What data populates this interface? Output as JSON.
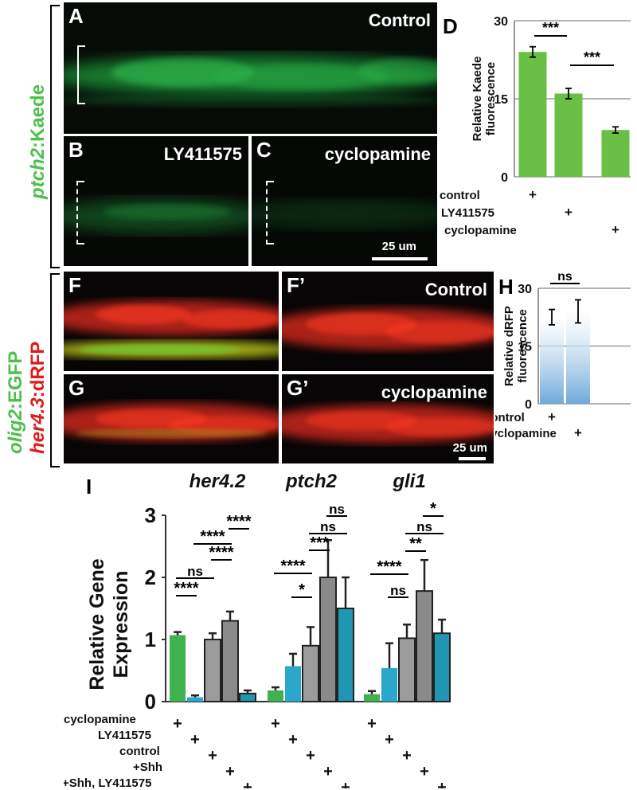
{
  "labels": {
    "ptch2_prefix": "ptch2",
    "ptch2_suffix": ":Kaede",
    "olig2_prefix": "olig2",
    "olig2_suffix": ":EGFP",
    "her43_prefix": "her4.3",
    "her43_suffix": ":dRFP"
  },
  "panels": {
    "A": {
      "letter": "A",
      "condition": "Control"
    },
    "B": {
      "letter": "B",
      "condition": "LY411575"
    },
    "C": {
      "letter": "C",
      "condition": "cyclopamine",
      "scale": "25 um"
    },
    "F": {
      "letter": "F"
    },
    "F2": {
      "letter": "F’",
      "condition": "Control"
    },
    "G": {
      "letter": "G"
    },
    "G2": {
      "letter": "G’",
      "condition": "cyclopamine",
      "scale": "25 um"
    },
    "D": {
      "letter": "D"
    },
    "H": {
      "letter": "H"
    },
    "I": {
      "letter": "I"
    }
  },
  "chart_data": [
    {
      "id": "D",
      "type": "bar",
      "ylabel": "Relative Kaede fluorescence",
      "ylim": [
        0,
        30
      ],
      "yticks": [
        0,
        15,
        30
      ],
      "grid": true,
      "color": "#6abf45",
      "categories": [
        "control",
        "LY411575",
        "cyclopamine"
      ],
      "values": [
        24,
        16,
        9
      ],
      "errors": [
        1.0,
        1.0,
        0.6
      ],
      "significance": [
        {
          "from": 0,
          "to": 1,
          "label": "***"
        },
        {
          "from": 1,
          "to": 2,
          "label": "***"
        }
      ]
    },
    {
      "id": "H",
      "type": "bar",
      "ylabel": "Relative dRFP fluorescence",
      "ylim": [
        0,
        30
      ],
      "yticks": [
        0,
        15,
        30
      ],
      "grid": true,
      "color": "#6ea8da",
      "categories": [
        "control",
        "cyclopamine"
      ],
      "values": [
        22.5,
        24
      ],
      "errors": [
        2,
        3
      ],
      "significance": [
        {
          "from": 0,
          "to": 1,
          "label": "ns"
        }
      ]
    },
    {
      "id": "I",
      "type": "bar",
      "ylabel": "Relative Gene Expression",
      "ylim": [
        0,
        3
      ],
      "yticks": [
        0,
        1,
        2,
        3
      ],
      "treatments": [
        "cyclopamine",
        "LY411575",
        "control",
        "+Shh",
        "+Shh, LY411575"
      ],
      "bar_colors": [
        "#3fb24f",
        "#2aa7c9",
        "#9c9c9c",
        "#8a8a8a",
        "#1f97b3"
      ],
      "groups": [
        {
          "gene": "her4.2",
          "values": [
            1.07,
            0.07,
            1.0,
            1.3,
            0.13
          ],
          "errors": [
            0.05,
            0.03,
            0.1,
            0.15,
            0.05
          ],
          "significance": [
            {
              "from": 0,
              "to": 1,
              "label": "****"
            },
            {
              "from": 0,
              "to": 2,
              "label": "ns"
            },
            {
              "from": 2,
              "to": 3,
              "label": "****"
            },
            {
              "from": 1,
              "to": 3,
              "label": "****"
            },
            {
              "from": 3,
              "to": 4,
              "label": "****"
            }
          ]
        },
        {
          "gene": "ptch2",
          "values": [
            0.18,
            0.57,
            0.9,
            2.0,
            1.5
          ],
          "errors": [
            0.05,
            0.2,
            0.3,
            0.6,
            0.5
          ],
          "significance": [
            {
              "from": 1,
              "to": 2,
              "label": "*"
            },
            {
              "from": 0,
              "to": 2,
              "label": "****"
            },
            {
              "from": 2,
              "to": 3,
              "label": "***"
            },
            {
              "from": 2,
              "to": 4,
              "label": "ns"
            },
            {
              "from": 3,
              "to": 4,
              "label": "ns"
            }
          ]
        },
        {
          "gene": "gli1",
          "values": [
            0.12,
            0.54,
            1.02,
            1.78,
            1.1
          ],
          "errors": [
            0.05,
            0.4,
            0.22,
            0.5,
            0.22
          ],
          "significance": [
            {
              "from": 1,
              "to": 2,
              "label": "ns"
            },
            {
              "from": 0,
              "to": 2,
              "label": "****"
            },
            {
              "from": 2,
              "to": 3,
              "label": "**"
            },
            {
              "from": 2,
              "to": 4,
              "label": "ns"
            },
            {
              "from": 3,
              "to": 4,
              "label": "*"
            }
          ]
        }
      ]
    }
  ]
}
